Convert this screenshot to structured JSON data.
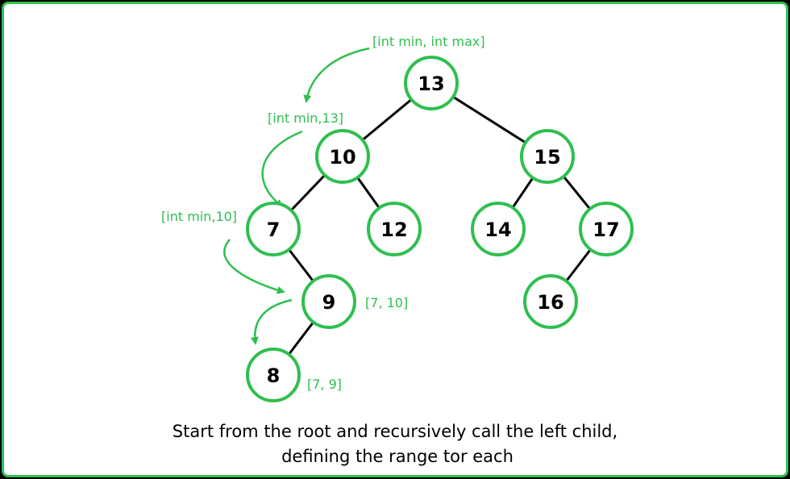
{
  "colors": {
    "accent": "#2fbf4f",
    "edge": "#000000",
    "background": "#ffffff",
    "border": "#2fbf4f"
  },
  "nodes": [
    {
      "id": "n13",
      "label": "13"
    },
    {
      "id": "n10",
      "label": "10"
    },
    {
      "id": "n15",
      "label": "15"
    },
    {
      "id": "n7",
      "label": "7"
    },
    {
      "id": "n12",
      "label": "12"
    },
    {
      "id": "n14",
      "label": "14"
    },
    {
      "id": "n17",
      "label": "17"
    },
    {
      "id": "n9",
      "label": "9"
    },
    {
      "id": "n16",
      "label": "16"
    },
    {
      "id": "n8",
      "label": "8"
    }
  ],
  "edges": [
    [
      "n13",
      "n10"
    ],
    [
      "n13",
      "n15"
    ],
    [
      "n10",
      "n7"
    ],
    [
      "n10",
      "n12"
    ],
    [
      "n15",
      "n14"
    ],
    [
      "n15",
      "n17"
    ],
    [
      "n7",
      "n9"
    ],
    [
      "n9",
      "n8"
    ],
    [
      "n17",
      "n16"
    ]
  ],
  "ranges": {
    "root": "[int min, int max]",
    "n10": "[int min,13]",
    "n7": "[int min,10]",
    "n9": "[7, 10]",
    "n8": "[7, 9]"
  },
  "caption": {
    "line1": "Start from the root and recursively call the left child,",
    "line2": "defining the range tor each"
  }
}
